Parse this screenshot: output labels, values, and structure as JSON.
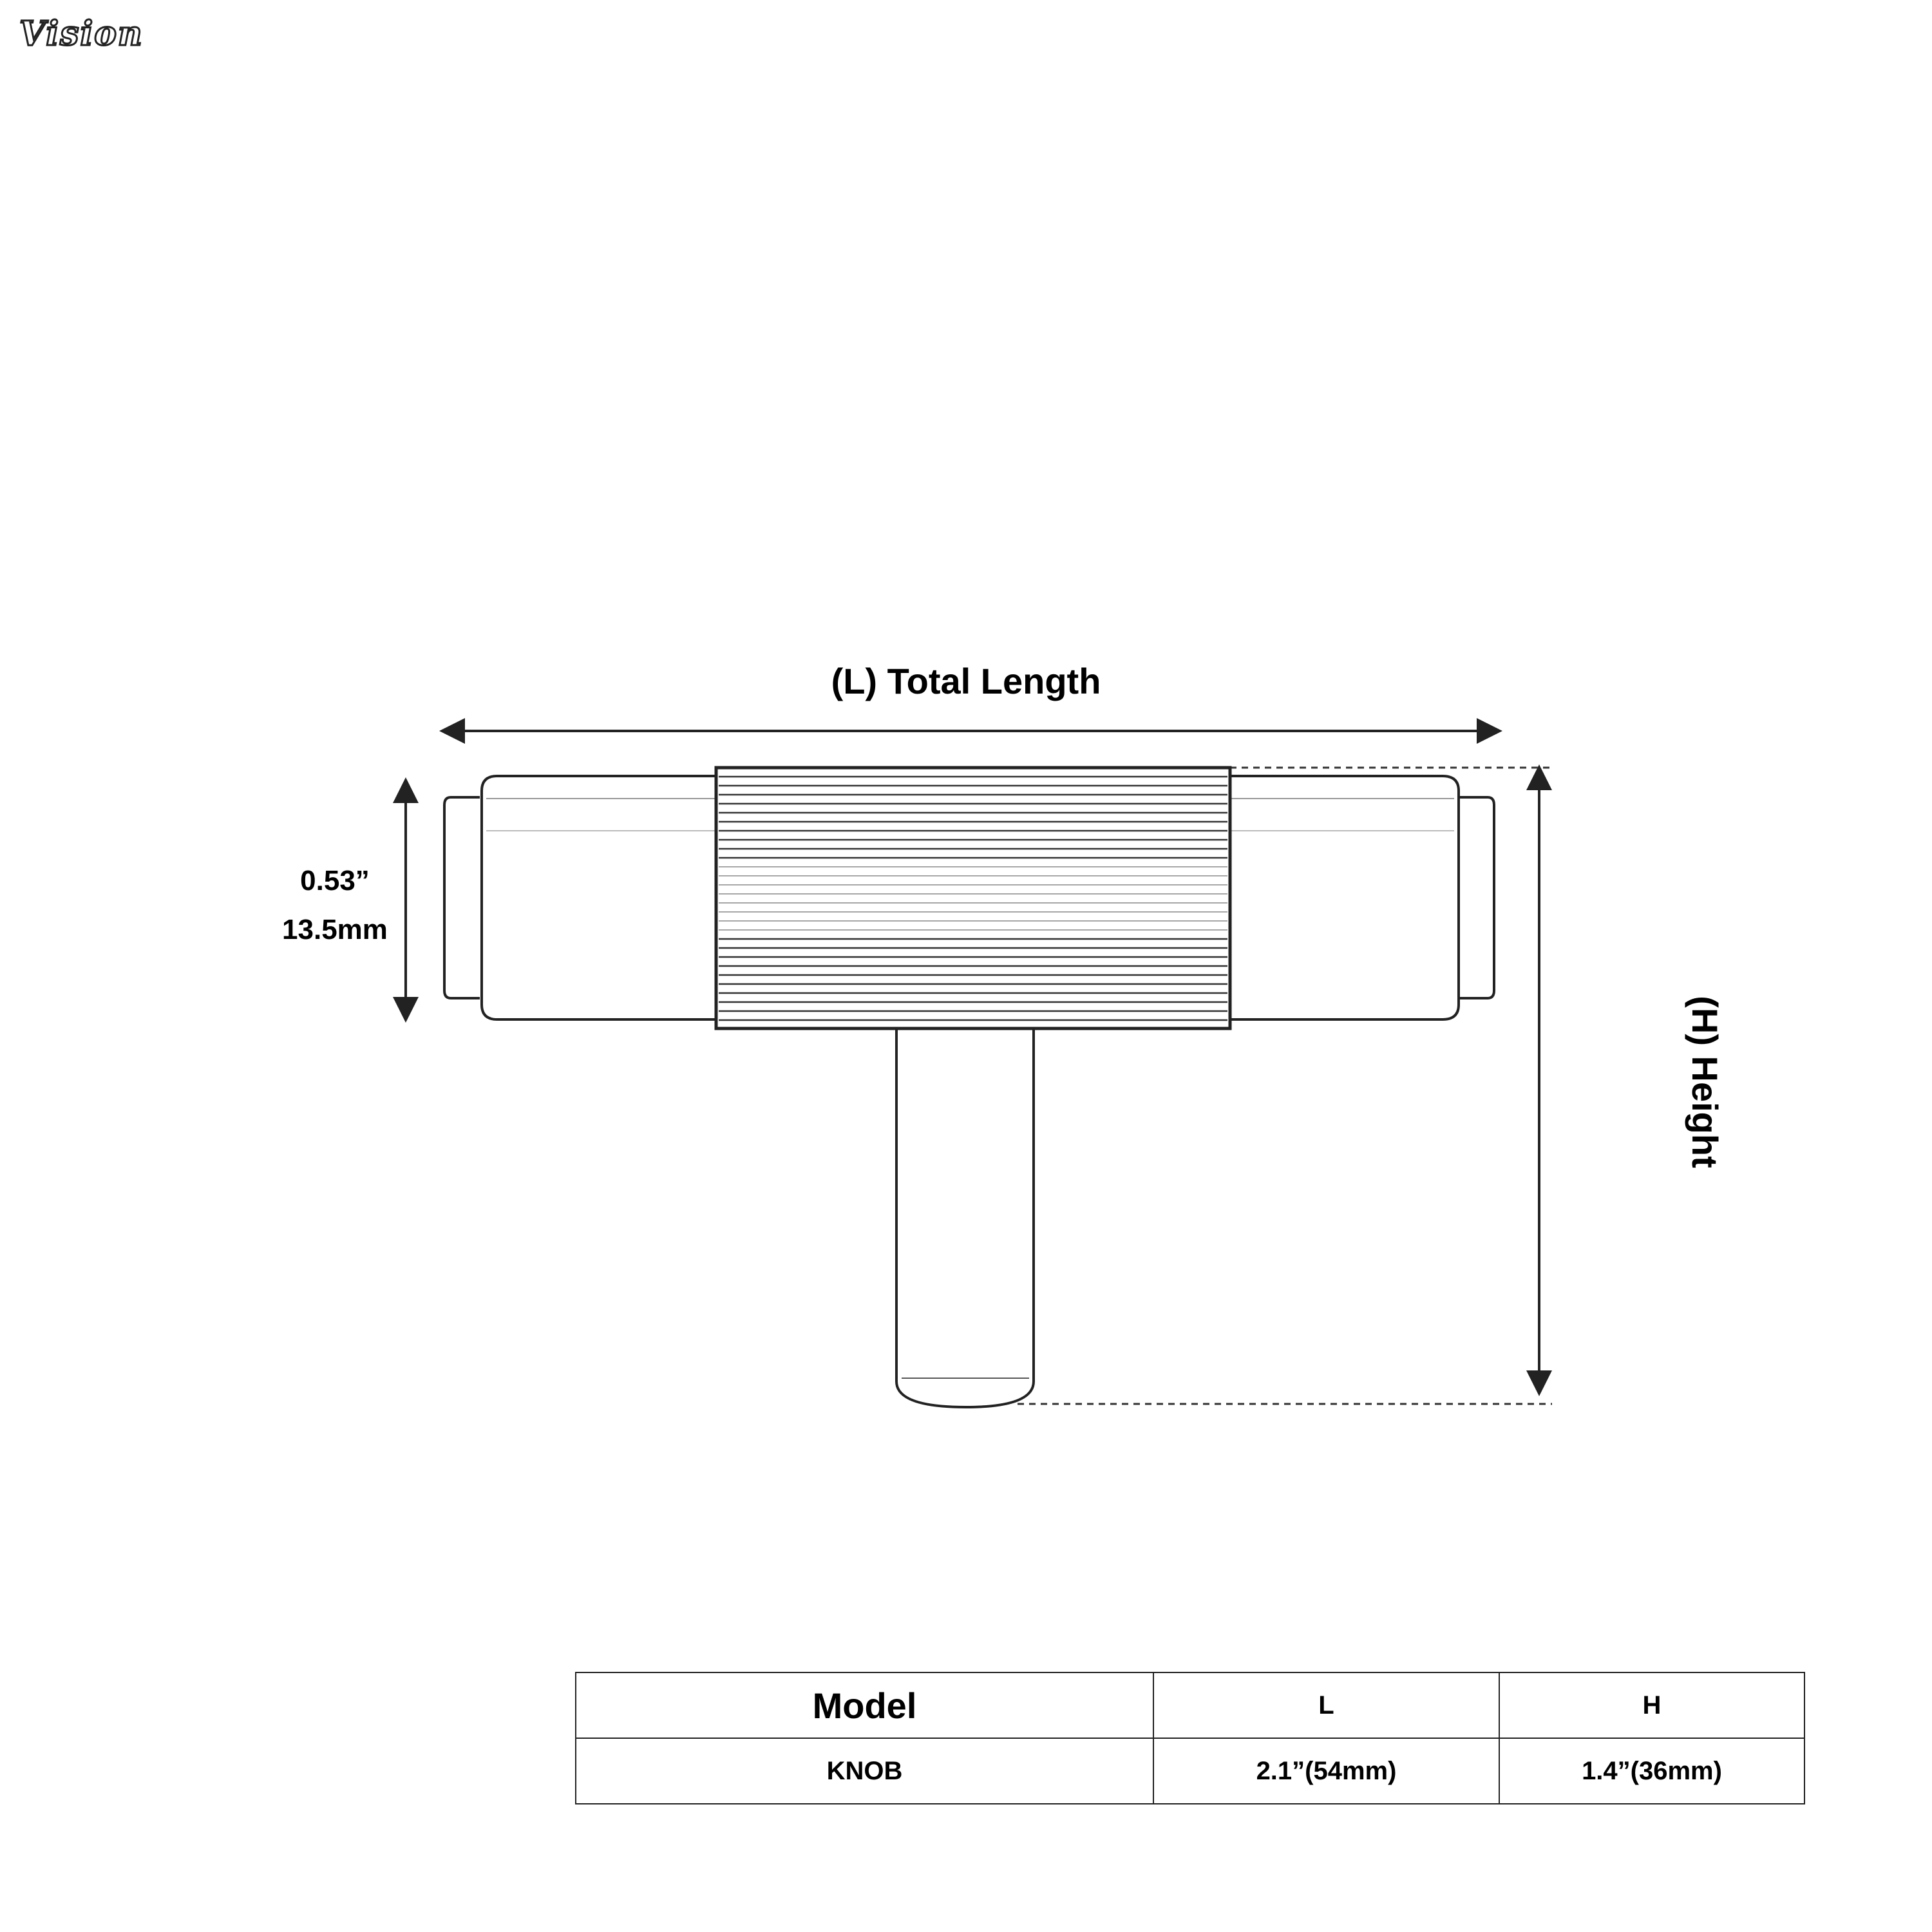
{
  "brand": {
    "logo_text": "Vision"
  },
  "dimensions": {
    "length_label": "(L) Total Length",
    "height_label": "(H) Height",
    "diameter_inch": "0.53”",
    "diameter_mm": "13.5mm"
  },
  "spec_table": {
    "headers": [
      "Model",
      "L",
      "H"
    ],
    "rows": [
      {
        "model": "KNOB",
        "l": "2.1”(54mm)",
        "h": "1.4”(36mm)"
      }
    ]
  },
  "colors": {
    "line": "#222222",
    "background": "#ffffff"
  }
}
